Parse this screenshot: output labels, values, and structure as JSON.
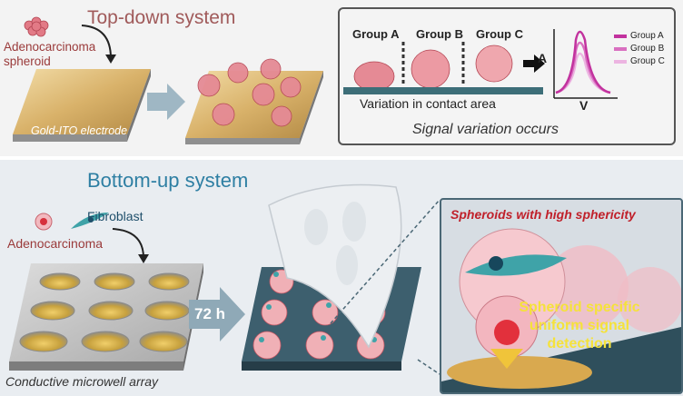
{
  "top": {
    "title": "Top-down system",
    "spheroid_label_line1": "Adenocarcinoma",
    "spheroid_label_line2": "spheroid",
    "electrode_label": "Gold-ITO electrode",
    "groups": [
      "Group A",
      "Group B",
      "Group C"
    ],
    "contact_label": "Variation in contact area",
    "signal_label": "Signal variation occurs",
    "axis_y": "A",
    "axis_x": "V",
    "legend": [
      {
        "name": "Group A",
        "color": "#c2329e"
      },
      {
        "name": "Group B",
        "color": "#d96fc0"
      },
      {
        "name": "Group C",
        "color": "#ecb4e1"
      }
    ]
  },
  "bottom": {
    "title": "Bottom-up system",
    "fibroblast_label": "Fibroblast",
    "adenocarcinoma_label": "Adenocarcinoma",
    "arrow_label": "72 h",
    "array_label": "Conductive microwell array",
    "callout_title": "Spheroids with high sphericity",
    "callout_text_line1": "Spheroid specific",
    "callout_text_line2": "uniform signal",
    "callout_text_line3": "detection"
  },
  "colors": {
    "top_title": "#a05a5a",
    "bottom_title": "#2e7fa3",
    "callout_title": "#c0202a",
    "callout_text": "#f5e23a",
    "gold": "#d9b26a",
    "arrow": "#9fb7c4",
    "teal_cell": "#3fa3a8"
  }
}
